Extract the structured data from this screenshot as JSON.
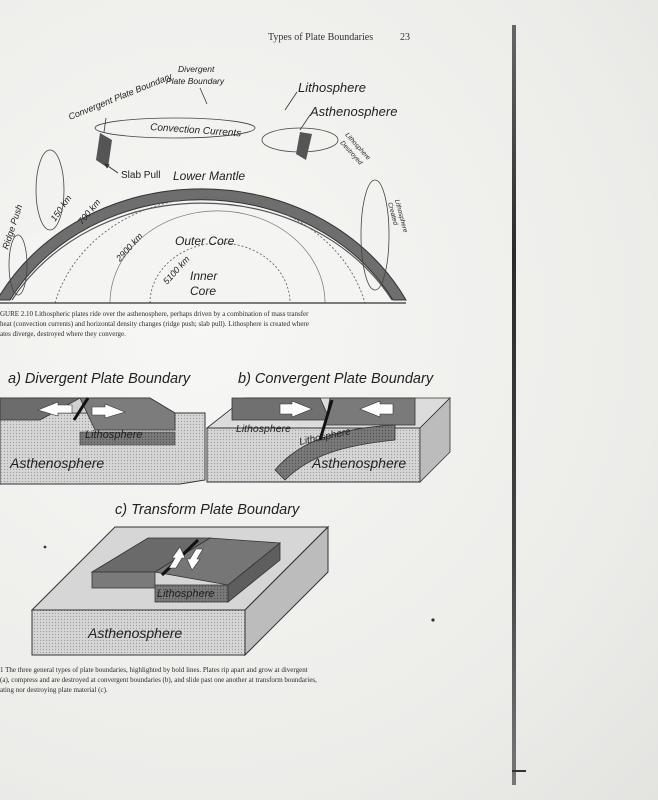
{
  "header": {
    "running_title": "Types of Plate Boundaries",
    "page_number": "23"
  },
  "figure_210": {
    "labels": {
      "convergent": "Convergent Plate Boundary",
      "divergent_line1": "Divergent",
      "divergent_line2": "Plate Boundary",
      "lithosphere": "Lithosphere",
      "asthenosphere": "Asthenosphere",
      "convection": "Convection Currents",
      "destroyed_line1": "Lithosphere",
      "destroyed_line2": "Destroyed",
      "created_line1": "Lithosphere",
      "created_line2": "Created",
      "slab_pull": "Slab Pull",
      "lower_mantle": "Lower Mantle",
      "ridge_push": "Ridge Push",
      "depth_150": "150 km",
      "depth_700": "700 km",
      "depth_2900": "2900 km",
      "outer_core": "Outer Core",
      "depth_5100": "5100 km",
      "inner_core_line1": "Inner",
      "inner_core_line2": "Core"
    },
    "caption": {
      "line1": "GURE 2.10   Lithospheric plates ride over the asthenosphere, perhaps driven by a combination of mass transfer",
      "line2": "heat (convection currents) and horizontal density changes (ridge push; slab pull). Lithosphere is created where",
      "line3": "ates diverge, destroyed where they converge."
    }
  },
  "figure_211": {
    "panel_a": {
      "title": "a) Divergent Plate Boundary",
      "lithosphere": "Lithosphere",
      "asthenosphere": "Asthenosphere"
    },
    "panel_b": {
      "title": "b) Convergent Plate Boundary",
      "lithosphere_left": "Lithosphere",
      "lithosphere_slab": "Lithosphere",
      "asthenosphere": "Asthenosphere"
    },
    "panel_c": {
      "title": "c) Transform Plate Boundary",
      "lithosphere": "Lithosphere",
      "asthenosphere": "Asthenosphere"
    },
    "caption": {
      "line1": "1   The three general types of plate boundaries, highlighted by bold lines. Plates rip apart and grow at divergent",
      "line2": "(a), compress and are destroyed at convergent boundaries (b), and slide past one another at transform boundaries,",
      "line3": "ating nor destroying plate material (c)."
    }
  }
}
